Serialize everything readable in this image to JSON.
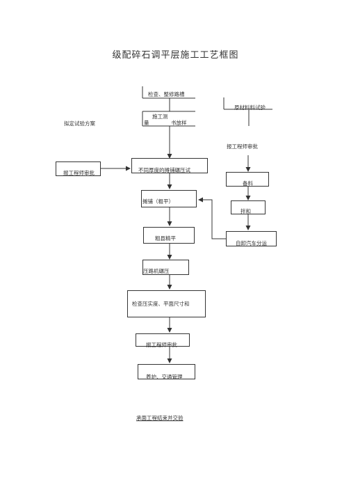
{
  "diagram": {
    "title": "级配碎石调平层施工工艺框图",
    "nodes": {
      "check_trough": "检查、整修路槽",
      "construction_sample_a": "施工测",
      "construction_sample_b": "量",
      "construction_sample_c": "书放样",
      "material_test": "原材料料试验",
      "draft_test_plan": "拟定试验方案",
      "engineer_approval_top": "报工程师审批",
      "engineer_approval_left": "报工程师审批",
      "trial_section": "不同厚度的摊铺碾压试",
      "stock": "备料",
      "mixing": "拌和",
      "truck_transport": "自卸汽车分运",
      "paving": "摊铺（粗平）",
      "rough_leveling": "粗县精平",
      "rolling": "压路机碾压",
      "inspection": "检查压实度、平面尺寸和",
      "engineer_approval_bottom": "报工程师审批",
      "curing": "养护、交通管理",
      "next_layer": "承面工程结束并交验"
    }
  }
}
